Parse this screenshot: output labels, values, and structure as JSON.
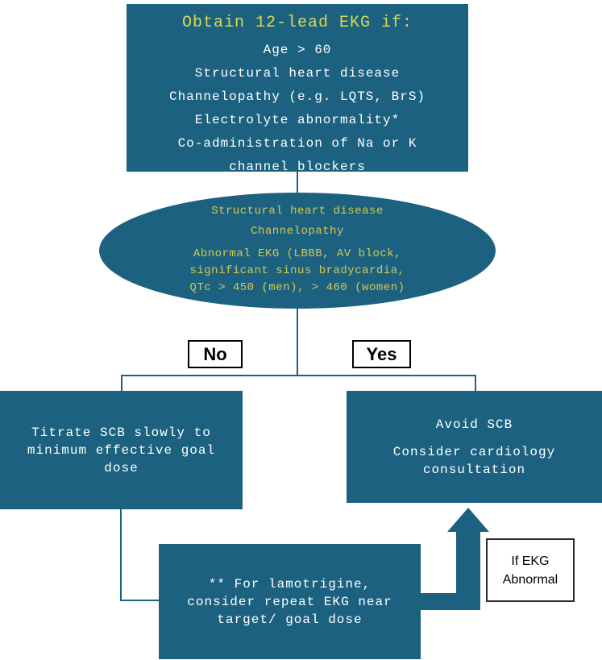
{
  "colors": {
    "box_teal": "#1c6280",
    "title_yellow": "#dcd74d",
    "ellipse_yellow": "#d3c84f",
    "box_text_white": "#ffffff",
    "label_border_black": "#000000",
    "background_white": "#ffffff"
  },
  "top_box": {
    "title": "Obtain 12-lead EKG if:",
    "lines": [
      "Age > 60",
      "Structural heart disease",
      "Channelopathy (e.g. LQTS, BrS)",
      "Electrolyte abnormality*",
      "Co-administration of Na or K\nchannel blockers"
    ]
  },
  "ellipse": {
    "line1": "Structural heart disease",
    "line2": "Channelopathy",
    "line3": "Abnormal EKG (LBBB, AV block,\nsignificant sinus bradycardia,\nQTc > 450 (men), > 460 (women)"
  },
  "branches": {
    "no_label": "No",
    "yes_label": "Yes"
  },
  "left_box": {
    "text": "Titrate SCB slowly to\nminimum effective goal\ndose"
  },
  "right_box": {
    "line1": "Avoid SCB",
    "line2": "Consider cardiology\nconsultation"
  },
  "bottom_box": {
    "text": "** For lamotrigine,\nconsider repeat EKG near\ntarget/ goal dose"
  },
  "arrow_note": {
    "text": "If EKG\nAbnormal"
  }
}
